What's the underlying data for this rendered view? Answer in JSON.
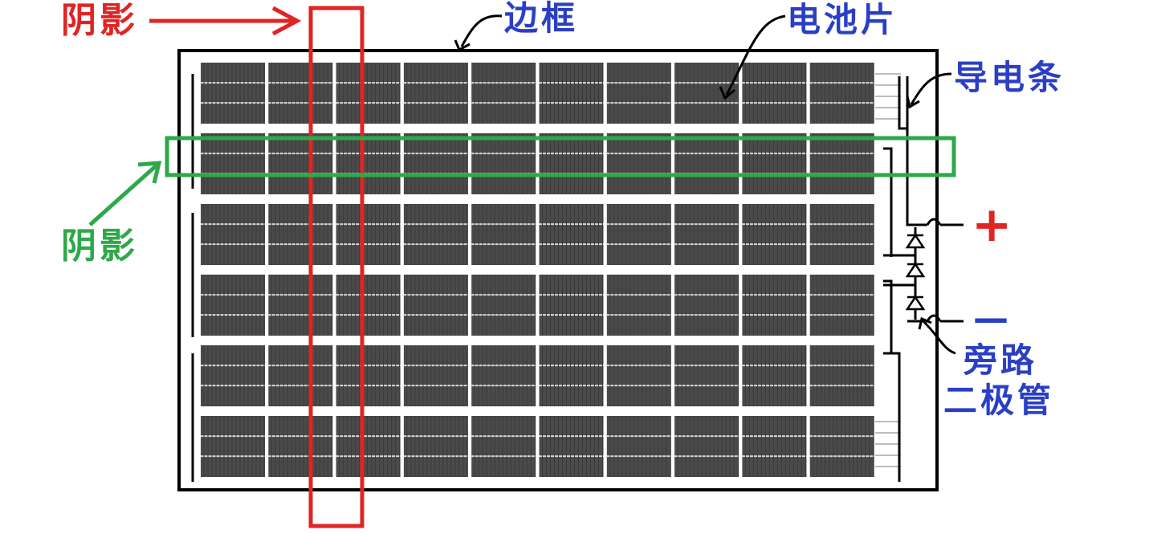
{
  "labels": {
    "shadow_top": "阴影",
    "shadow_left": "阴影",
    "frame": "边框",
    "cell": "电池片",
    "busbar": "导电条",
    "plus": "+",
    "minus": "—",
    "bypass_line1": "旁路",
    "bypass_line2": "二极管"
  },
  "panel": {
    "cell_rows": 6,
    "cell_columns": 10
  },
  "colors": {
    "label_blue": "#2a3fc4",
    "shadow_red": "#e02424",
    "shadow_green": "#2ea84a",
    "cell_dark": "#4a4a4a",
    "frame": "#000000"
  }
}
